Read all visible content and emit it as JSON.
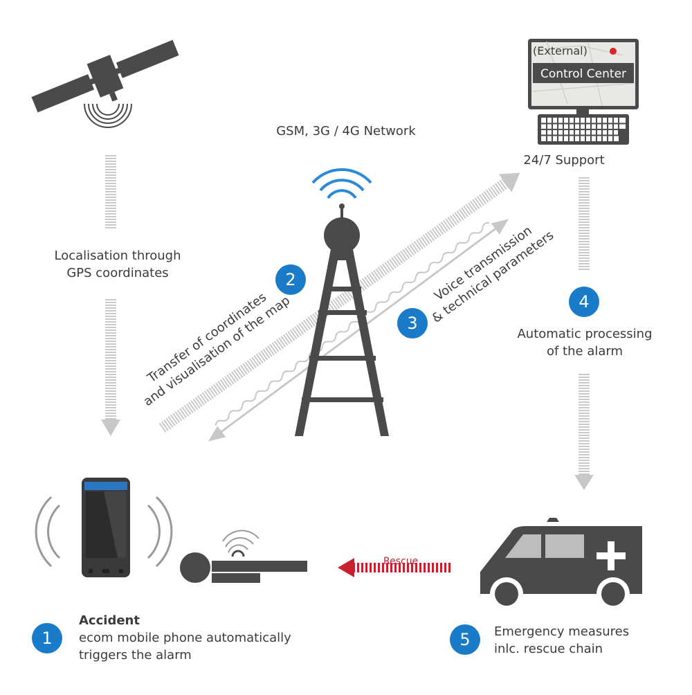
{
  "network_label": "GSM, 3G / 4G Network",
  "gps_label": [
    "Localisation through",
    "GPS coordinates"
  ],
  "control_center": {
    "line1": "(External)",
    "line2": "Control Center",
    "support": "24/7 Support"
  },
  "steps": [
    {
      "number": "1",
      "title": "Accident",
      "text": [
        "ecom mobile phone automatically",
        "triggers the alarm"
      ]
    },
    {
      "number": "2",
      "text": [
        "Transfer of coordinates",
        "and visualisation of the map"
      ]
    },
    {
      "number": "3",
      "text": [
        "Voice transmission",
        "& technical parameters"
      ]
    },
    {
      "number": "4",
      "text": [
        "Automatic processing",
        "of the alarm"
      ]
    },
    {
      "number": "5",
      "text": [
        "Emergency measures",
        "inlc. rescue chain"
      ]
    }
  ],
  "rescue_label": "Rescue",
  "colors": {
    "dark": "#4a4a4a",
    "arrow_gray": "#c8c8c8",
    "badge_blue": "#1a7cc9",
    "signal_blue": "#2a8ad8",
    "rescue_red": "#c8202f",
    "text": "#3b3b3b"
  },
  "icons": {
    "satellite": "satellite-icon",
    "tower": "radio-tower-icon",
    "computer": "control-center-computer-icon",
    "phone": "mobile-phone-icon",
    "person": "fallen-person-icon",
    "ambulance": "ambulance-icon"
  }
}
